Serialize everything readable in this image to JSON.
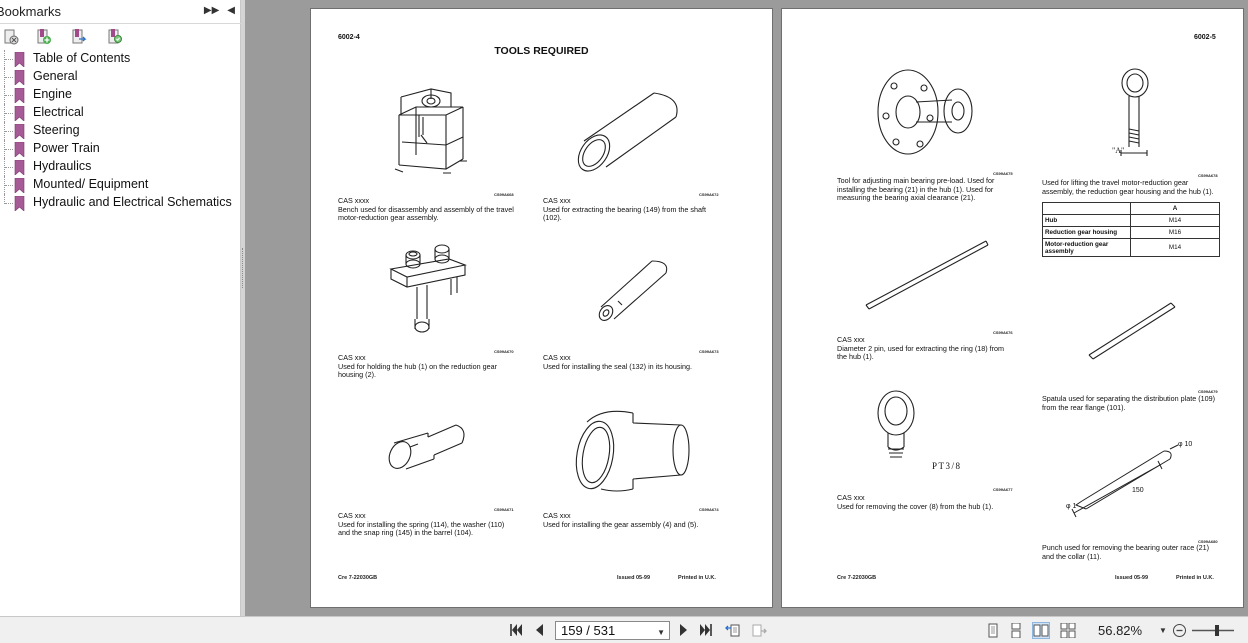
{
  "sidebar": {
    "title": "Bookmarks",
    "bookmarks": [
      {
        "label": "Table of Contents"
      },
      {
        "label": "General"
      },
      {
        "label": "Engine"
      },
      {
        "label": "Electrical"
      },
      {
        "label": "Steering"
      },
      {
        "label": "Power Train"
      },
      {
        "label": "Hydraulics"
      },
      {
        "label": "Mounted/ Equipment"
      },
      {
        "label": "Hydraulic and Electrical Schematics"
      }
    ]
  },
  "left_page": {
    "page_number": "6002-4",
    "heading": "TOOLS REQUIRED",
    "figures": [
      {
        "code": "CS99A668",
        "title": "CAS xxxx",
        "text": "Bench used for disassembly and assembly of the travel motor-reduction gear assembly."
      },
      {
        "code": "CS99A672",
        "title": "CAS xxx",
        "text": "Used for extracting the bearing (149) from the shaft (102)."
      },
      {
        "code": "CS99A670",
        "title": "CAS xxx",
        "text": "Used for holding the hub (1) on the reduction gear housing (2)."
      },
      {
        "code": "CS99A673",
        "title": "CAS xxx",
        "text": "Used for installing the seal (132) in its housing."
      },
      {
        "code": "CS99A671",
        "title": "CAS xxx",
        "text": "Used for installing the spring (114), the washer (110) and the snap ring (145) in the barrel (104)."
      },
      {
        "code": "CS99A674",
        "title": "CAS xxx",
        "text": "Used for installing the gear assembly (4) and (5)."
      }
    ],
    "footer": {
      "doc": "Cre  7-22030GB",
      "issued": "Issued 05-99",
      "printed": "Printed in U.K."
    }
  },
  "right_page": {
    "page_number": "6002-5",
    "figures": [
      {
        "code": "CS99A675",
        "title": "",
        "text": "Tool for adjusting main bearing pre-load. Used for installing the bearing (21) in the hub (1). Used for measuring the bearing axial clearance (21)."
      },
      {
        "code": "CS99A678",
        "title": "",
        "text": "Used for lifting the travel motor-reduction gear assembly, the reduction gear housing and the hub (1)."
      },
      {
        "code": "CS99A676",
        "title": "CAS xxx",
        "text": "Diameter 2 pin, used for extracting the ring (18) from the hub (1)."
      },
      {
        "code": "CS99A679",
        "title": "",
        "text": "Spatula used for separating the distribution plate (109) from the rear flange (101)."
      },
      {
        "code": "CS99A677",
        "title": "CAS xxx",
        "text": "Used for removing the cover (8) from the hub (1)."
      },
      {
        "code": "CS99A680",
        "title": "",
        "text": "Punch used for removing the bearing outer race (21) and the collar (11)."
      }
    ],
    "drawing_labels": {
      "eyebolt_dim": "\"A\"",
      "thread": "PT3/8",
      "punch_dia_big": "φ 10",
      "punch_dia_small": "φ 1",
      "punch_length": "150"
    },
    "table": {
      "header": "A",
      "rows": [
        {
          "k": "Hub",
          "v": "M14"
        },
        {
          "k": "Reduction gear housing",
          "v": "M16"
        },
        {
          "k": "Motor-reduction gear assembly",
          "v": "M14"
        }
      ]
    },
    "footer": {
      "doc": "Cre  7-22030GB",
      "issued": "Issued 05-99",
      "printed": "Printed in U.K."
    }
  },
  "toolbar": {
    "page_display": "159 / 531",
    "zoom": "56.82%"
  }
}
